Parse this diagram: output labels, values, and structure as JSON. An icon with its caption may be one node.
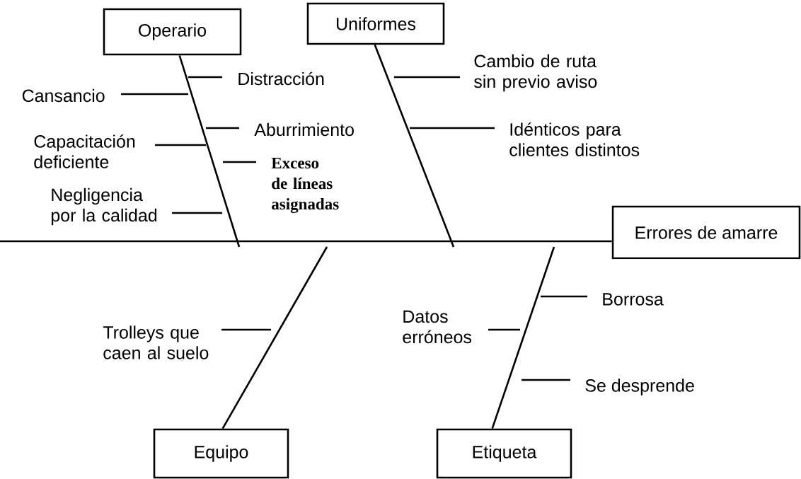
{
  "diagram": {
    "nodes": [
      {
        "text": [
          "Operario"
        ]
      },
      {
        "text": [
          "Uniformes"
        ]
      },
      {
        "text": [
          "Errores de amarre"
        ]
      },
      {
        "text": [
          "Equipo"
        ]
      },
      {
        "text": [
          "Etiqueta"
        ]
      }
    ],
    "edges": [
      {
        "from": 0,
        "to": null,
        "arrow": "none"
      },
      {
        "from": 1,
        "to": null,
        "arrow": "none"
      },
      {
        "from": 3,
        "to": null,
        "arrow": "none"
      },
      {
        "from": 4,
        "to": null,
        "arrow": "none"
      },
      {
        "from": null,
        "to": 2,
        "arrow": "none"
      }
    ],
    "labels": [
      "Cansancio",
      "Distracción",
      "Aburrimiento",
      "Capacitación deficiente",
      "Exceso de líneas asignadas",
      "Negligencia por la calidad",
      "Cambio de ruta sin previo aviso",
      "Idénticos para clientes distintos",
      "Trolleys que caen al suelo",
      "Datos erróneos",
      "Borrosa",
      "Se desprende"
    ]
  }
}
